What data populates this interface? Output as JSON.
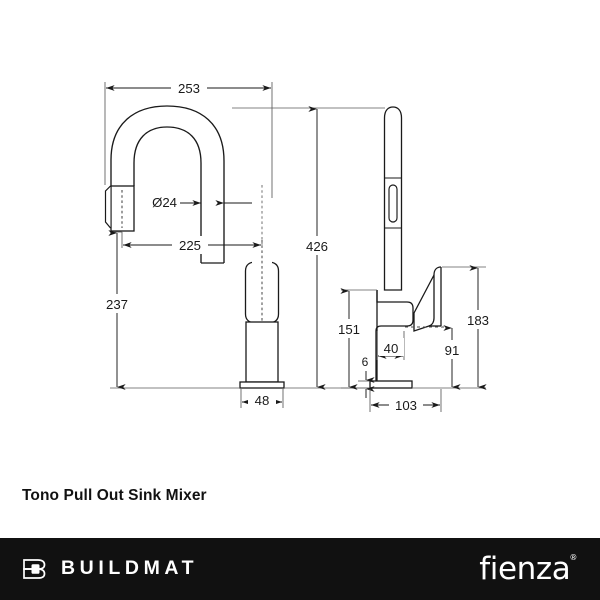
{
  "document": {
    "product_title": "Tono Pull Out Sink Mixer",
    "background_color": "#ffffff",
    "line_color": "#1a1a1a",
    "footer_color": "#111111",
    "footer_text_color": "#ffffff"
  },
  "footer": {
    "buildmat_wordmark": "BUILDMAT",
    "fienza_wordmark": "fienza",
    "fienza_registered_mark": "®"
  },
  "drawings": [
    {
      "name": "front-elevation",
      "label": "Front elevation of pull out sink mixer"
    },
    {
      "name": "side-elevation",
      "label": "Side elevation of pull out sink mixer"
    }
  ],
  "dimensions": {
    "front": [
      {
        "id": "spout-reach-overall",
        "value": "253",
        "orientation": "horizontal",
        "unit": "mm"
      },
      {
        "id": "spout-diameter",
        "value": "Ø24",
        "orientation": "horizontal",
        "unit": "mm"
      },
      {
        "id": "spout-reach-centre",
        "value": "225",
        "orientation": "horizontal",
        "unit": "mm"
      },
      {
        "id": "spray-head-height",
        "value": "237",
        "orientation": "vertical",
        "unit": "mm"
      },
      {
        "id": "overall-height",
        "value": "426",
        "orientation": "vertical",
        "unit": "mm"
      },
      {
        "id": "base-diameter",
        "value": "48",
        "orientation": "horizontal",
        "unit": "mm"
      }
    ],
    "side": [
      {
        "id": "handle-pivot-height",
        "value": "151",
        "orientation": "vertical",
        "unit": "mm"
      },
      {
        "id": "body-depth",
        "value": "40",
        "orientation": "horizontal",
        "unit": "mm"
      },
      {
        "id": "base-plate-thickness",
        "value": "6",
        "orientation": "vertical",
        "unit": "mm"
      },
      {
        "id": "handle-top-height",
        "value": "183",
        "orientation": "vertical",
        "unit": "mm"
      },
      {
        "id": "handle-centre-height",
        "value": "91",
        "orientation": "vertical",
        "unit": "mm"
      },
      {
        "id": "overall-depth",
        "value": "103",
        "orientation": "horizontal",
        "unit": "mm"
      }
    ]
  }
}
